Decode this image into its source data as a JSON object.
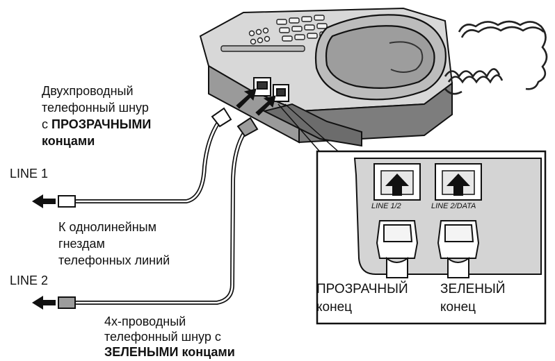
{
  "labels": {
    "two_wire": {
      "line1": "Двухпроводный",
      "line2": "телефонный шнур",
      "line3_prefix": "с ",
      "line3_bold": "ПРОЗРАЧНЫМИ",
      "line4_bold": "концами"
    },
    "line1": "LINE 1",
    "line2": "LINE 2",
    "to_jacks": {
      "line1": "К однолинейным",
      "line2": "гнездам",
      "line3": "телефонных линий"
    },
    "four_wire": {
      "line1": "4х-проводный",
      "line2": "телефонный шнур с",
      "line3_bold": "ЗЕЛЕНЫМИ",
      "line3_rest": " концами"
    },
    "clear_end": {
      "line1": "ПРОЗРАЧНЫЙ",
      "line2": "конец"
    },
    "green_end": {
      "line1": "ЗЕЛЕНЫЙ",
      "line2": "конец"
    },
    "jacks": {
      "left": "LINE 1/2",
      "right": "LINE 2/DATA"
    }
  }
}
